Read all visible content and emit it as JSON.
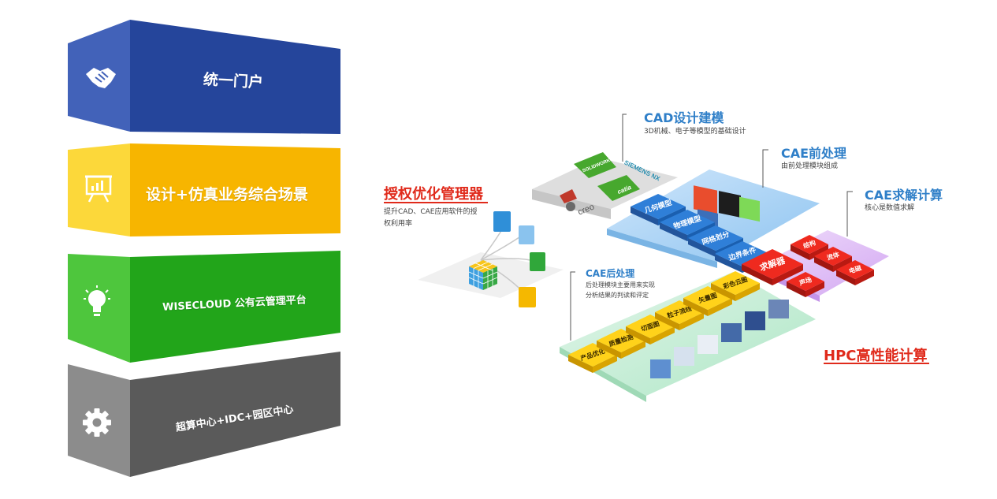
{
  "stack": {
    "layers": [
      {
        "label": "统一门户",
        "icon": "handshake-icon",
        "front": "#25459b",
        "side": "#3f60b8"
      },
      {
        "label": "设计+仿真业务综合场景",
        "icon": "presentation-board-icon",
        "front": "#f7b500",
        "side": "#fcd63a"
      },
      {
        "label": "WISECLOUD 公有云管理平台",
        "icon": "lightbulb-icon",
        "front": "#25a31c",
        "side": "#4cc13c"
      },
      {
        "label": "超算中心+IDC+园区中心",
        "icon": "gear-icon",
        "front": "#5b5b5b",
        "side": "#8a8a8a"
      }
    ]
  },
  "diagram": {
    "license": {
      "title": "授权优化管理器",
      "desc": [
        "提升CAD、CAE应用软件的授",
        "权利用率"
      ]
    },
    "cad": {
      "title": "CAD设计建模",
      "desc": "3D机械、电子等模型的基础设计",
      "logos": [
        "SOLIDWORKS",
        "catia",
        "creo",
        "SIEMENS NX"
      ]
    },
    "cae_pre": {
      "title": "CAE前处理",
      "desc": "由前处理模块组成",
      "chips": [
        "几何模型",
        "物理模型",
        "网格划分",
        "边界条件"
      ]
    },
    "cae_solve": {
      "title": "CAE求解计算",
      "desc": "核心是数值求解",
      "main_chip": "求解器",
      "chips": [
        "结构",
        "流体",
        "电磁",
        "声场"
      ]
    },
    "cae_post": {
      "title": "CAE后处理",
      "desc": [
        "后处理模块主要用来实现",
        "分析结果的判读和评定"
      ],
      "chips": [
        "产品优化",
        "质量检测",
        "切面图",
        "粒子流线",
        "矢量图",
        "彩色云图"
      ]
    },
    "hpc": {
      "title": "HPC高性能计算"
    }
  }
}
